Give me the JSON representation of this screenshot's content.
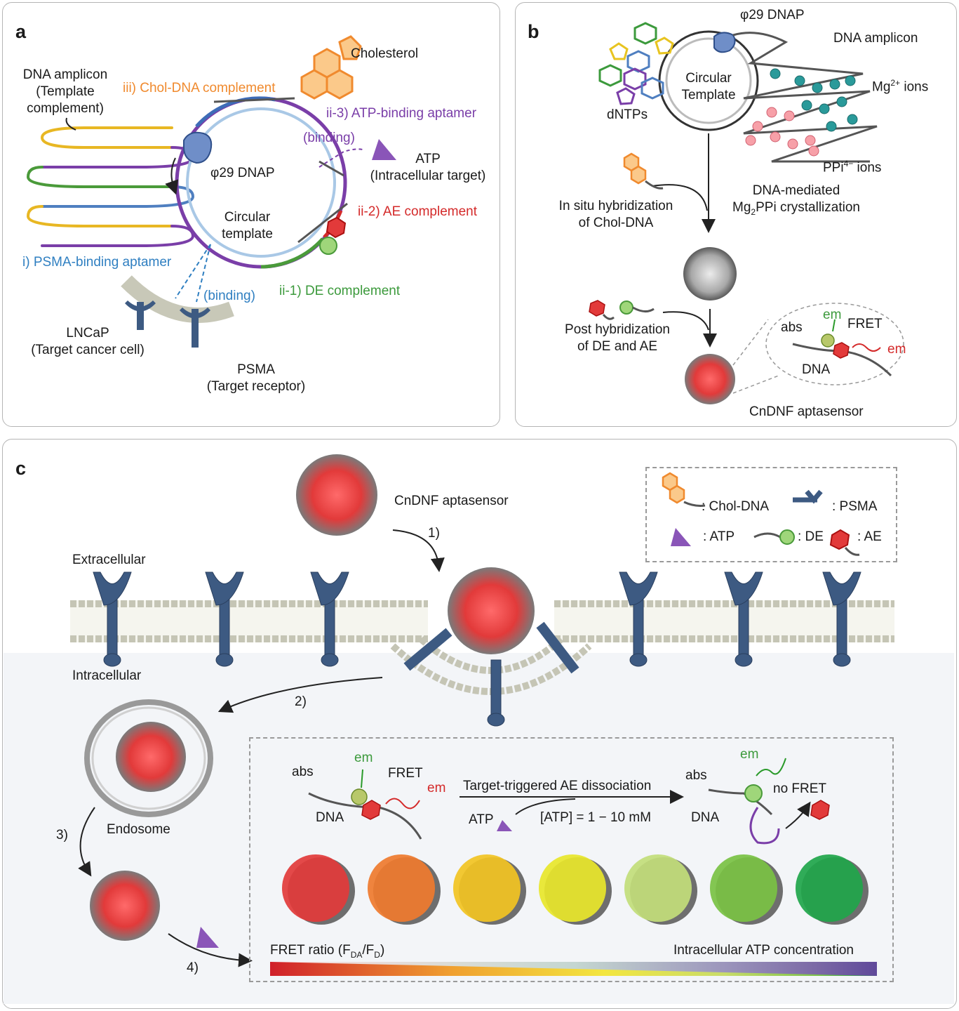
{
  "panel_a": {
    "label": "a",
    "dna_amplicon": [
      "DNA amplicon",
      "(Template",
      "complement)"
    ],
    "chol_dna_complement": "iii) Chol-DNA complement",
    "cholesterol": "Cholesterol",
    "atp_aptamer": "ii-3) ATP-binding aptamer",
    "binding_top": "(binding)",
    "atp": [
      "ATP",
      "(Intracellular target)"
    ],
    "phi29": "φ29 DNAP",
    "ae_complement": "ii-2) AE complement",
    "circular_template": [
      "Circular",
      "template"
    ],
    "psma_aptamer": "i) PSMA-binding aptamer",
    "binding_bottom": "(binding)",
    "de_complement": "ii-1) DE complement",
    "lncap": [
      "LNCaP",
      "(Target cancer cell)"
    ],
    "psma": [
      "PSMA",
      "(Target receptor)"
    ]
  },
  "panel_b": {
    "label": "b",
    "phi29": "φ29 DNAP",
    "dna_amplicon": "DNA amplicon",
    "mg_ions": "Mg",
    "mg_sup": "2+",
    "mg_rest": " ions",
    "circular_template": [
      "Circular",
      "Template"
    ],
    "dntps": "dNTPs",
    "ppi": "PPi",
    "ppi_sup": "4−",
    "ppi_rest": " ions",
    "dna_mediated": "DNA-mediated",
    "mg2ppi_a": "Mg",
    "mg2ppi_sub": "2",
    "mg2ppi_b": "PPi crystallization",
    "in_situ": [
      "In situ hybridization",
      "of Chol-DNA"
    ],
    "post_hyb": [
      "Post hybridization",
      "of DE and AE"
    ],
    "abs": "abs",
    "em_green": "em",
    "fret": "FRET",
    "em_red": "em",
    "dna": "DNA",
    "aptasensor": "CnDNF aptasensor"
  },
  "panel_c": {
    "label": "c",
    "aptasensor": "CnDNF aptasensor",
    "legend": {
      "chol_dna": ": Chol-DNA",
      "psma": ": PSMA",
      "atp": ": ATP",
      "de": ": DE",
      "ae": ": AE"
    },
    "step1": "1)",
    "step2": "2)",
    "step3": "3)",
    "step4": "4)",
    "extracellular": "Extracellular",
    "intracellular": "Intracellular",
    "endosome": "Endosome",
    "inset": {
      "abs_left": "abs",
      "em_green_left": "em",
      "fret": "FRET",
      "em_red": "em",
      "dna_left": "DNA",
      "trigger": "Target-triggered AE dissociation",
      "atp": "ATP",
      "atp_range": "[ATP] = 1 − 10 mM",
      "abs_right": "abs",
      "em_green_right": "em",
      "no_fret": "no FRET",
      "dna_right": "DNA",
      "fret_ratio_a": "FRET ratio (F",
      "fret_ratio_sub1": "DA",
      "fret_ratio_b": "/F",
      "fret_ratio_sub2": "D",
      "fret_ratio_c": ")",
      "atp_conc": "Intracellular ATP concentration"
    },
    "gradient_colors": [
      "#d0202a",
      "#f0a030",
      "#f3e640",
      "#c8dc6a",
      "#7cc24a",
      "#1e9e4a"
    ],
    "sensor_colors": [
      "#e23a3a",
      "#ef7a2e",
      "#f2c322",
      "#e8e62a",
      "#c2dd7a",
      "#7ac143",
      "#1fa54a"
    ]
  },
  "colors": {
    "orange": "#f08a2e",
    "purple": "#7a3ea8",
    "red": "#d42a2a",
    "green": "#3c9a3c",
    "blue": "#2f7fc1",
    "psma_blue": "#3d5a82"
  }
}
